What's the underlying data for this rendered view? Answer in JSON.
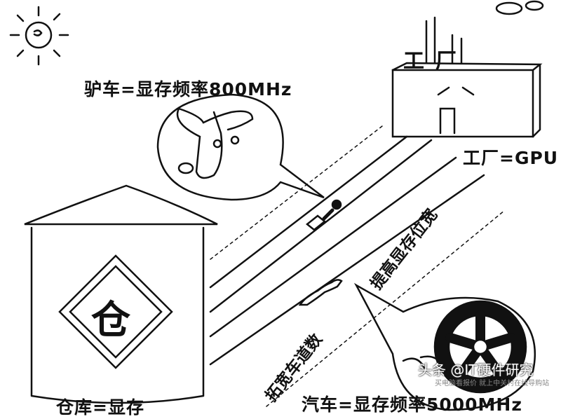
{
  "labels": {
    "donkey_cart": "驴车=显存频率800MHz",
    "factory": "工厂=GPU",
    "warehouse": "仓库=显存",
    "car": "汽车=显存频率5000MHz",
    "widen_lanes": "拓宽车道数",
    "raise_bus_width": "提高显存位宽",
    "warehouse_sign": "仓",
    "factory_roof_sign": "工厂"
  },
  "watermark": {
    "main": "头条 @IT硬件研究",
    "sub": "买电脑看报价 就上中关村在线导购站"
  },
  "colors": {
    "ink": "#111111",
    "background": "#ffffff"
  }
}
